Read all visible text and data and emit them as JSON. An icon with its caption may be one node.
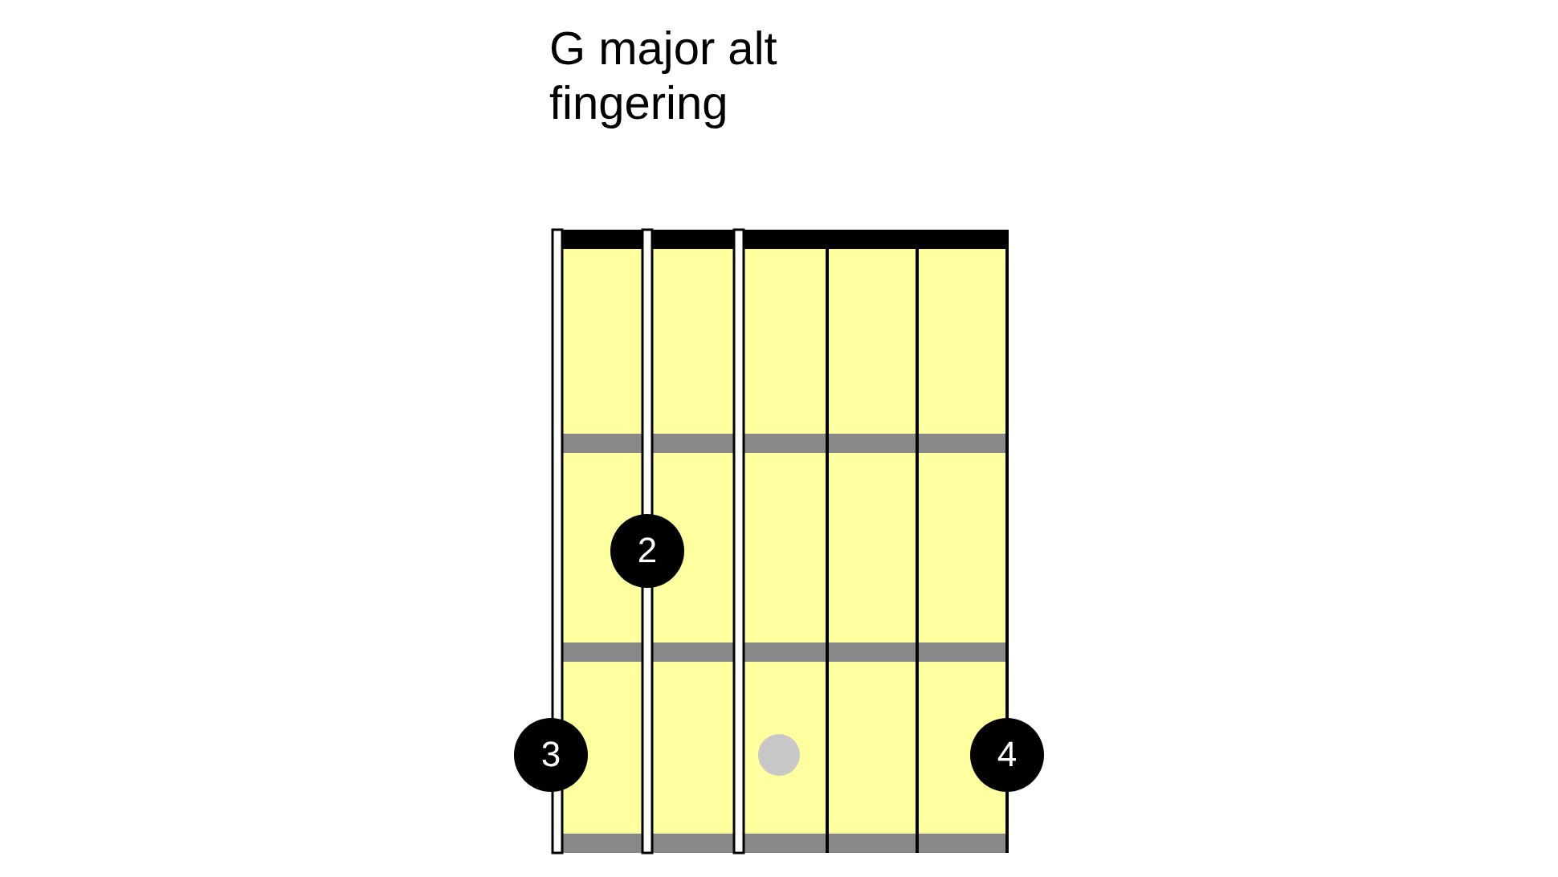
{
  "diagram": {
    "title": "G major alt fingering",
    "nodes": [
      {
        "text": [
          "2"
        ]
      },
      {
        "text": [
          "3"
        ]
      },
      {
        "text": [
          "4"
        ]
      }
    ]
  }
}
